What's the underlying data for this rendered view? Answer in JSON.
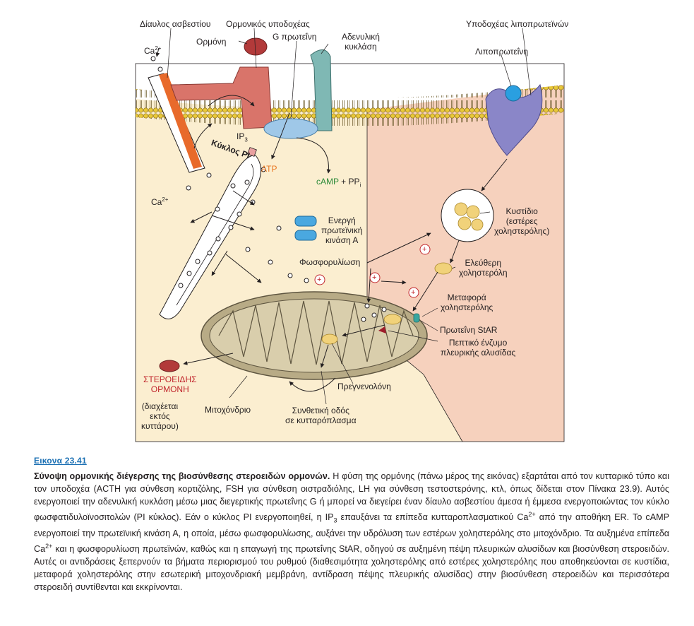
{
  "figure": {
    "labels": {
      "calcium_channel": "Δίαυλος ασβεστίου",
      "ca_top_base": "Ca",
      "ca_top_sup": "2+",
      "hormone_receptor": "Ορμονικός υποδοχέας",
      "hormone": "Ορμόνη",
      "g_protein": "G πρωτεΐνη",
      "adenylyl_cyclase_1": "Αδενυλική",
      "adenylyl_cyclase_2": "κυκλάση",
      "lipoprotein_receptor": "Υποδοχέας λιποπρωτεϊνών",
      "lipoprotein": "Λιποπρωτεΐνη",
      "ip3_base": "IP",
      "ip3_sub": "3",
      "pi_cycle": "Κύκλος PI",
      "atp": "ATP",
      "camp": "cAMP",
      "ppi_base": "+ PP",
      "ppi_sub": "i",
      "ca_mid_base": "Ca",
      "ca_mid_sup": "2+",
      "pka_1": "Ενεργή",
      "pka_2": "πρωτεϊνική",
      "pka_3": "κινάση Α",
      "vesicle_1": "Κυστίδιο",
      "vesicle_2": "(εστέρες",
      "vesicle_3": "χοληστερόλης)",
      "free_chol_1": "Ελεύθερη",
      "free_chol_2": "χοληστερόλη",
      "phosphorylation": "Φωσφορυλίωση",
      "chol_transport_1": "Μεταφορά",
      "chol_transport_2": "χοληστερόλης",
      "star": "Πρωτεΐνη StAR",
      "scc_1": "Πεπτικό ένζυμο",
      "scc_2": "πλευρικής αλυσίδας",
      "pregnenolone": "Πρεγνενολόνη",
      "steroid_1": "ΣΤΕΡΟΕΙΔΗΣ",
      "steroid_2": "ΟΡΜΟΝΗ",
      "diffuses_1": "(διαχέεται",
      "diffuses_2": "εκτός",
      "diffuses_3": "κυττάρου)",
      "mitochondrion": "Μιτοχόνδριο",
      "synthetic_1": "Συνθετική οδός",
      "synthetic_2": "σε κυτταρόπλασμα",
      "plus": "+"
    }
  },
  "caption": {
    "number": "Εικονα 23.41",
    "title": "Σύνοψη ορμονικής διέγερσης της βιοσύνθεσης στεροειδών ορμονών.",
    "body_1": " Η φύση της ορμόνης (πάνω μέρος της εικόνας) εξαρτάται από τον κυτταρικό τύπο και τον υποδοχέα (ACTH για σύνθεση κορτιζόλης, FSH για σύνθεση οιστραδιόλης, LH για σύνθεση τεστοστερόνης, κτλ, όπως δίδεται στον Πίνακα 23.9). Αυτός ενεργοποιεί την αδενυλική κυκλάση μέσω μιας διεγερτικής πρωτεΐνης G ή μπορεί να διεγείρει έναν δίαυλο ασβεστίου άμεσα ή έμμεσα ενεργοποιώντας τον κύκλο φωσφατιδυλοϊνοσιτολών (PI κύκλος). Εάν ο κύκλος PI ενεργοποιηθεί, η IP",
    "body_sub": "3",
    "body_2": " επαυξάνει τα επίπεδα κυτταροπλασματικού Ca",
    "body_sup1": "2+",
    "body_3": " από την αποθήκη ER. Το cAMP ενεργοποιεί την πρωτεϊνική κινάση Α, η οποία, μέσω φωσφορυλίωσης, αυξάνει την υδρόλυση των εστέρων χοληστερόλης στο μιτοχόνδριο. Τα αυξημένα επίπεδα Ca",
    "body_sup2": "2+",
    "body_4": " και η φωσφορυλίωση πρωτεϊνών, καθώς και η επαγωγή της πρωτεΐνης StAR, οδηγού σε αυξημένη πέψη πλευρικών αλυσίδων και βιοσύνθεση στεροειδών. Αυτές οι αντιδράσεις ξεπερνούν τα βήματα περιορισμού του ρυθμού (διαθεσιμότητα χοληστερόλης από εστέρες χοληστερόλης που αποθηκεύονται σε κυστίδια, μεταφορά χοληστερόλης στην εσωτερική μιτοχονδριακή μεμβράνη, αντίδραση πέψης πλευρικής αλυσίδας) στην βιοσύνθεση στεροειδών και περισσότερα στεροειδή συντίθενται και εκκρίνονται.",
    "colors": {
      "figure_number": "#1a6fb3",
      "steroid_label": "#c1272d",
      "atp_label": "#e87722",
      "camp_label": "#2e8b3a"
    }
  }
}
